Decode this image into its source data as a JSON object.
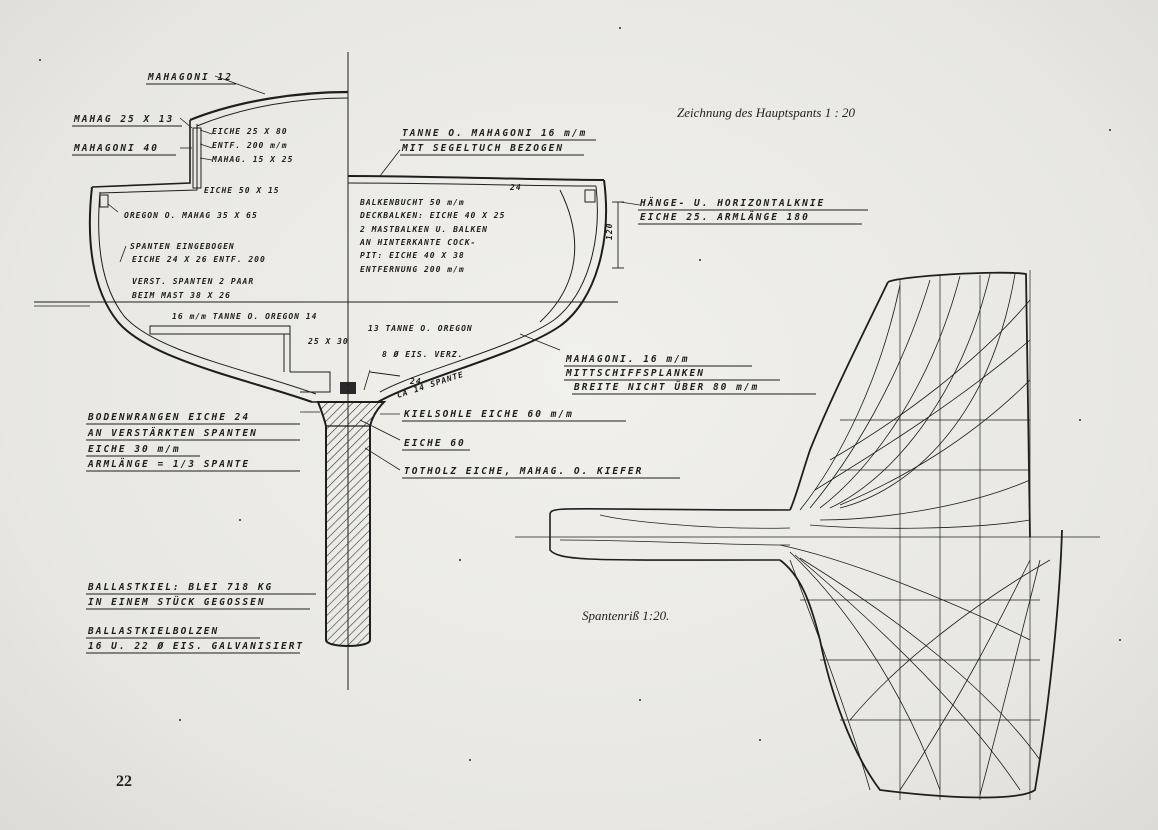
{
  "titles": {
    "main_section": "Zeichnung des Hauptspants 1 : 20",
    "frame_plan": "Spantenriß 1:20."
  },
  "page_number": "22",
  "labels": {
    "mahagoni_12": "MAHAGONI 12",
    "mahag_25x13": "MAHAG 25 X 13",
    "mahagoni_40": "MAHAGONI 40",
    "eiche_25x80": "EICHE 25 X 80",
    "entf_200": "ENTF. 200 m/m",
    "mahag_15x25": "MAHAG. 15 X 25",
    "tanne_mahagoni_16": "TANNE O. MAHAGONI 16 m/m",
    "mit_segeltuch": "MIT SEGELTUCH BEZOGEN",
    "eiche_50x15": "EICHE 50 X 15",
    "oregon_mahag_35x65": "OREGON O. MAHAG 35 X 65",
    "spanten_eingebogen": "SPANTEN EINGEBOGEN",
    "eiche_24x26": "EICHE 24 X 26 ENTF. 200",
    "verst_spanten": "VERST. SPANTEN 2 PAAR",
    "beim_mast": "BEIM MAST 38 X 26",
    "balkenbucht": "BALKENBUCHT 50 m/m",
    "deckbalken": "DECKBALKEN: EICHE 40 X 25",
    "mastbalken": "2 MASTBALKEN U. BALKEN",
    "an_hinterkante": "AN HINTERKANTE COCK-",
    "pit_eiche": "PIT: EICHE 40 X 38",
    "entfernung": "ENTFERNUNG 200 m/m",
    "haenge_horizontal": "HÄNGE- U. HORIZONTALKNIE",
    "eiche_armlaenge": "EICHE 25. ARMLÄNGE 180",
    "dim_120": "120",
    "dim_24": "24",
    "tanne_oregon_16": "16 m/m TANNE O. OREGON 14",
    "dim_25x30": "25 X 30",
    "tanne_oregon_13": "13 TANNE O. OREGON",
    "eis_verz": "8 Ø EIS. VERZ.",
    "dim_24b": "24",
    "spanfig": "CA 14 SPANTE",
    "mahagoni_16": "MAHAGONI. 16 m/m",
    "mittschiffsplanken": "MITTSCHIFFSPLANKEN",
    "breite": "BREITE NICHT ÜBER 80 m/m",
    "bodenwrangen": "BODENWRANGEN EICHE 24",
    "an_verstaerkten": "AN VERSTÄRKTEN SPANTEN",
    "eiche_30": "EICHE 30 m/m",
    "armlaenge": "ARMLÄNGE = 1/3 SPANTE",
    "kielsohle": "KIELSOHLE  EICHE 60 m/m",
    "eiche_60": "EICHE 60",
    "totholz": "TOTHOLZ  EICHE, MAHAG. O. KIEFER",
    "ballastkiel": "BALLASTKIEL: BLEI 718 KG",
    "in_einem_stueck": "IN EINEM STÜCK GEGOSSEN",
    "ballastkielbolzen": "BALLASTKIELBOLZEN",
    "bolzen_16_22": "16 U. 22 Ø  EIS. GALVANISIERT"
  },
  "colors": {
    "ink": "#1f1f1f",
    "paper": "#ecebe6"
  }
}
